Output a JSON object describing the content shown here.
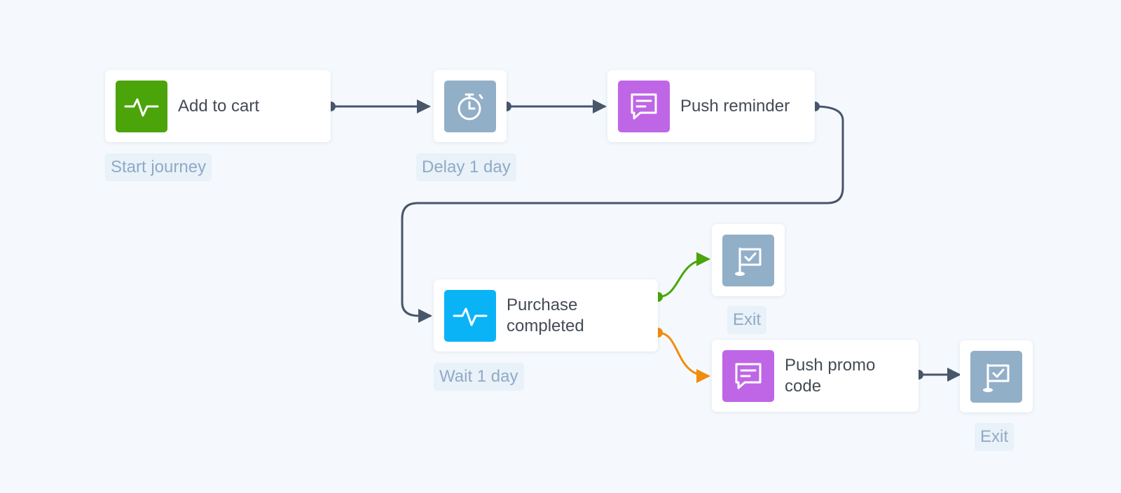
{
  "colors": {
    "canvas_bg": "#f5f9fd",
    "event_green": "#4aa40a",
    "event_blue": "#0ab3f6",
    "push_purple": "#bf66e6",
    "utility_gray": "#92afc8",
    "connector": "#48566a",
    "branch_yes": "#4aa40a",
    "branch_no": "#f28c0c"
  },
  "nodes": {
    "add_to_cart": {
      "label": "Add to cart",
      "icon": "activity-pulse-icon",
      "caption": "Start journey"
    },
    "delay": {
      "icon": "stopwatch-icon",
      "caption": "Delay 1 day"
    },
    "push_reminder": {
      "label": "Push reminder",
      "icon": "chat-message-icon"
    },
    "purchase_completed": {
      "label": "Purchase completed",
      "icon": "activity-pulse-icon",
      "caption": "Wait 1 day"
    },
    "exit_top": {
      "icon": "flag-check-icon",
      "caption": "Exit"
    },
    "push_promo": {
      "label": "Push promo code",
      "icon": "chat-message-icon"
    },
    "exit_bottom": {
      "icon": "flag-check-icon",
      "caption": "Exit"
    }
  }
}
